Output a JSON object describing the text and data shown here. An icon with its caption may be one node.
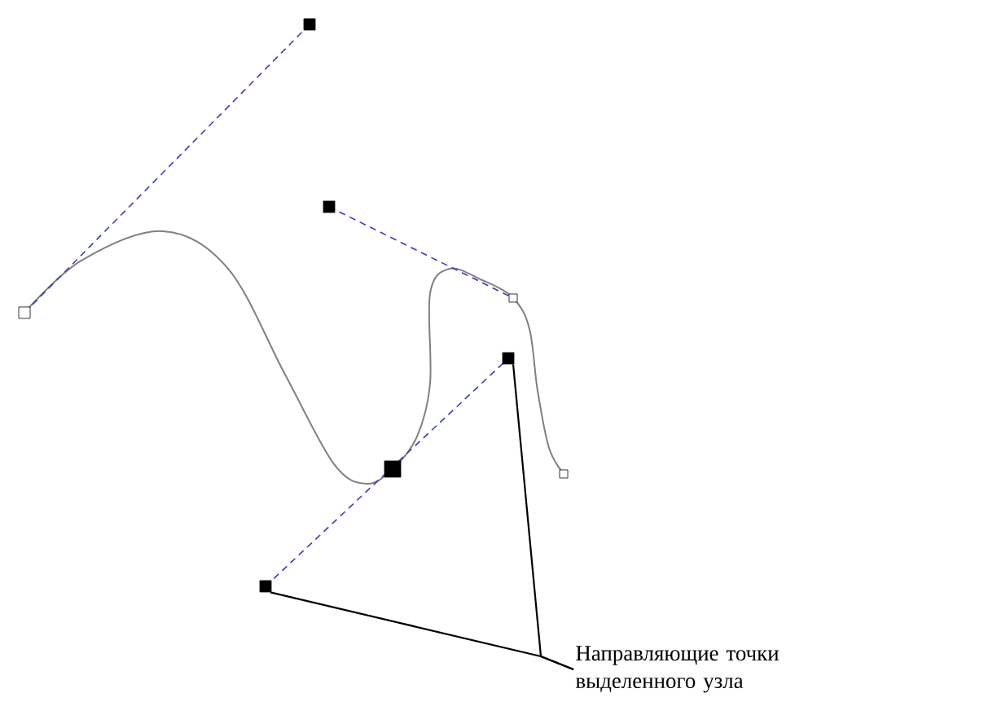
{
  "diagram": {
    "nodes": [
      {
        "text": [
          "Направляющие точки выделенного узла"
        ]
      },
      {
        "text": [],
        "shape": "box"
      },
      {
        "text": [],
        "shape": "box"
      }
    ],
    "edges": [
      {
        "from": 0,
        "to": 1,
        "arrow": "none"
      },
      {
        "from": 0,
        "to": 2,
        "arrow": "none"
      }
    ]
  }
}
